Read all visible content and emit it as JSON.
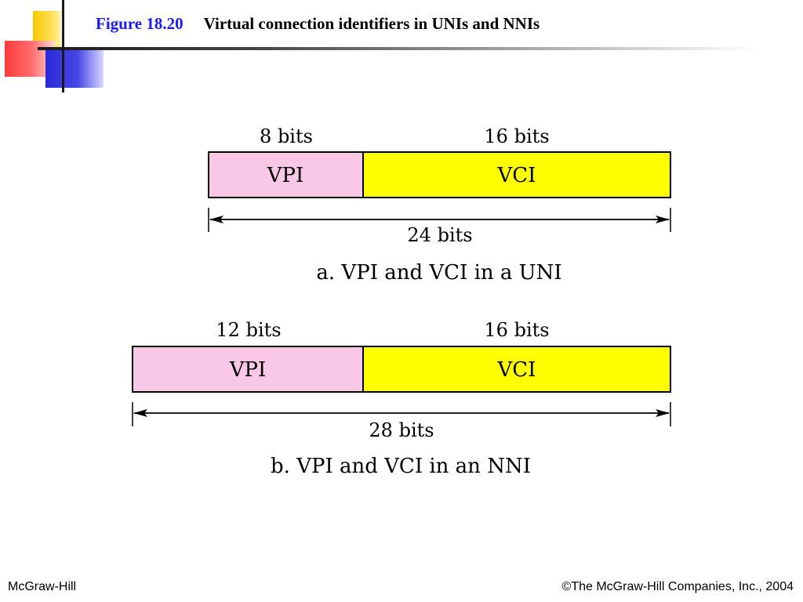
{
  "header": {
    "figure_number": "Figure 18.20",
    "title": "Virtual connection identifiers in UNIs and NNIs"
  },
  "colors": {
    "vpi_fill": "#f9c8e6",
    "vci_fill": "#ffff00",
    "figure_number": "#1a1aff"
  },
  "diagram_a": {
    "vpi_bits": "8 bits",
    "vci_bits": "16 bits",
    "vpi_label": "VPI",
    "vci_label": "VCI",
    "total_bits": "24 bits",
    "caption": "a. VPI and VCI in a UNI"
  },
  "diagram_b": {
    "vpi_bits": "12 bits",
    "vci_bits": "16 bits",
    "vpi_label": "VPI",
    "vci_label": "VCI",
    "total_bits": "28 bits",
    "caption": "b. VPI and VCI in an NNI"
  },
  "footer": {
    "left": "McGraw-Hill",
    "right": "©The McGraw-Hill Companies, Inc., 2004"
  }
}
